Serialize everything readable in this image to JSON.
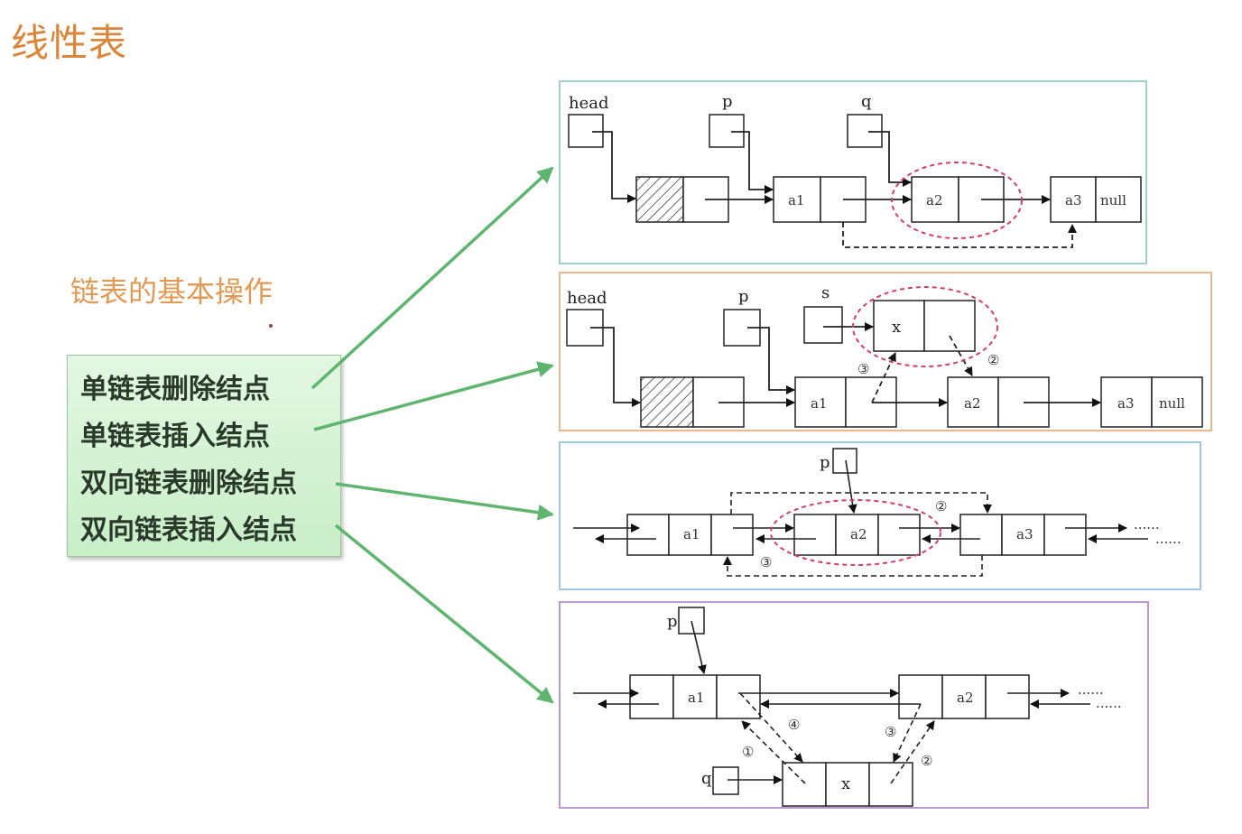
{
  "slide": {
    "title": "线性表",
    "subtitle": "链表的基本操作",
    "operations": [
      "单链表删除结点",
      "单链表插入结点",
      "双向链表删除结点",
      "双向链表插入结点"
    ]
  },
  "colors": {
    "title": "#d9853a",
    "arrow_green": "#5fb56f",
    "highlight_red": "#d0406a",
    "panel1_border": "#9fd3c8",
    "panel2_border": "#e8b98a",
    "panel3_border": "#9cc8e6",
    "panel4_border": "#b89ad0"
  },
  "diagrams": {
    "singly_delete": {
      "pointers": [
        "head",
        "p",
        "q"
      ],
      "nodes": [
        "a1",
        "a2",
        "a3"
      ],
      "tail": "null"
    },
    "singly_insert": {
      "pointers": [
        "head",
        "p",
        "s"
      ],
      "new_node": "x",
      "nodes": [
        "a1",
        "a2",
        "a3"
      ],
      "tail": "null",
      "steps": [
        "③",
        "②"
      ]
    },
    "doubly_delete": {
      "pointer": "p",
      "nodes": [
        "a1",
        "a2",
        "a3"
      ],
      "steps": [
        "②",
        "③"
      ],
      "ellipsis": "......"
    },
    "doubly_insert": {
      "pointers": [
        "p",
        "q"
      ],
      "new_node": "x",
      "nodes": [
        "a1",
        "a2"
      ],
      "steps": [
        "①",
        "②",
        "③",
        "④"
      ],
      "ellipsis": "......"
    }
  }
}
